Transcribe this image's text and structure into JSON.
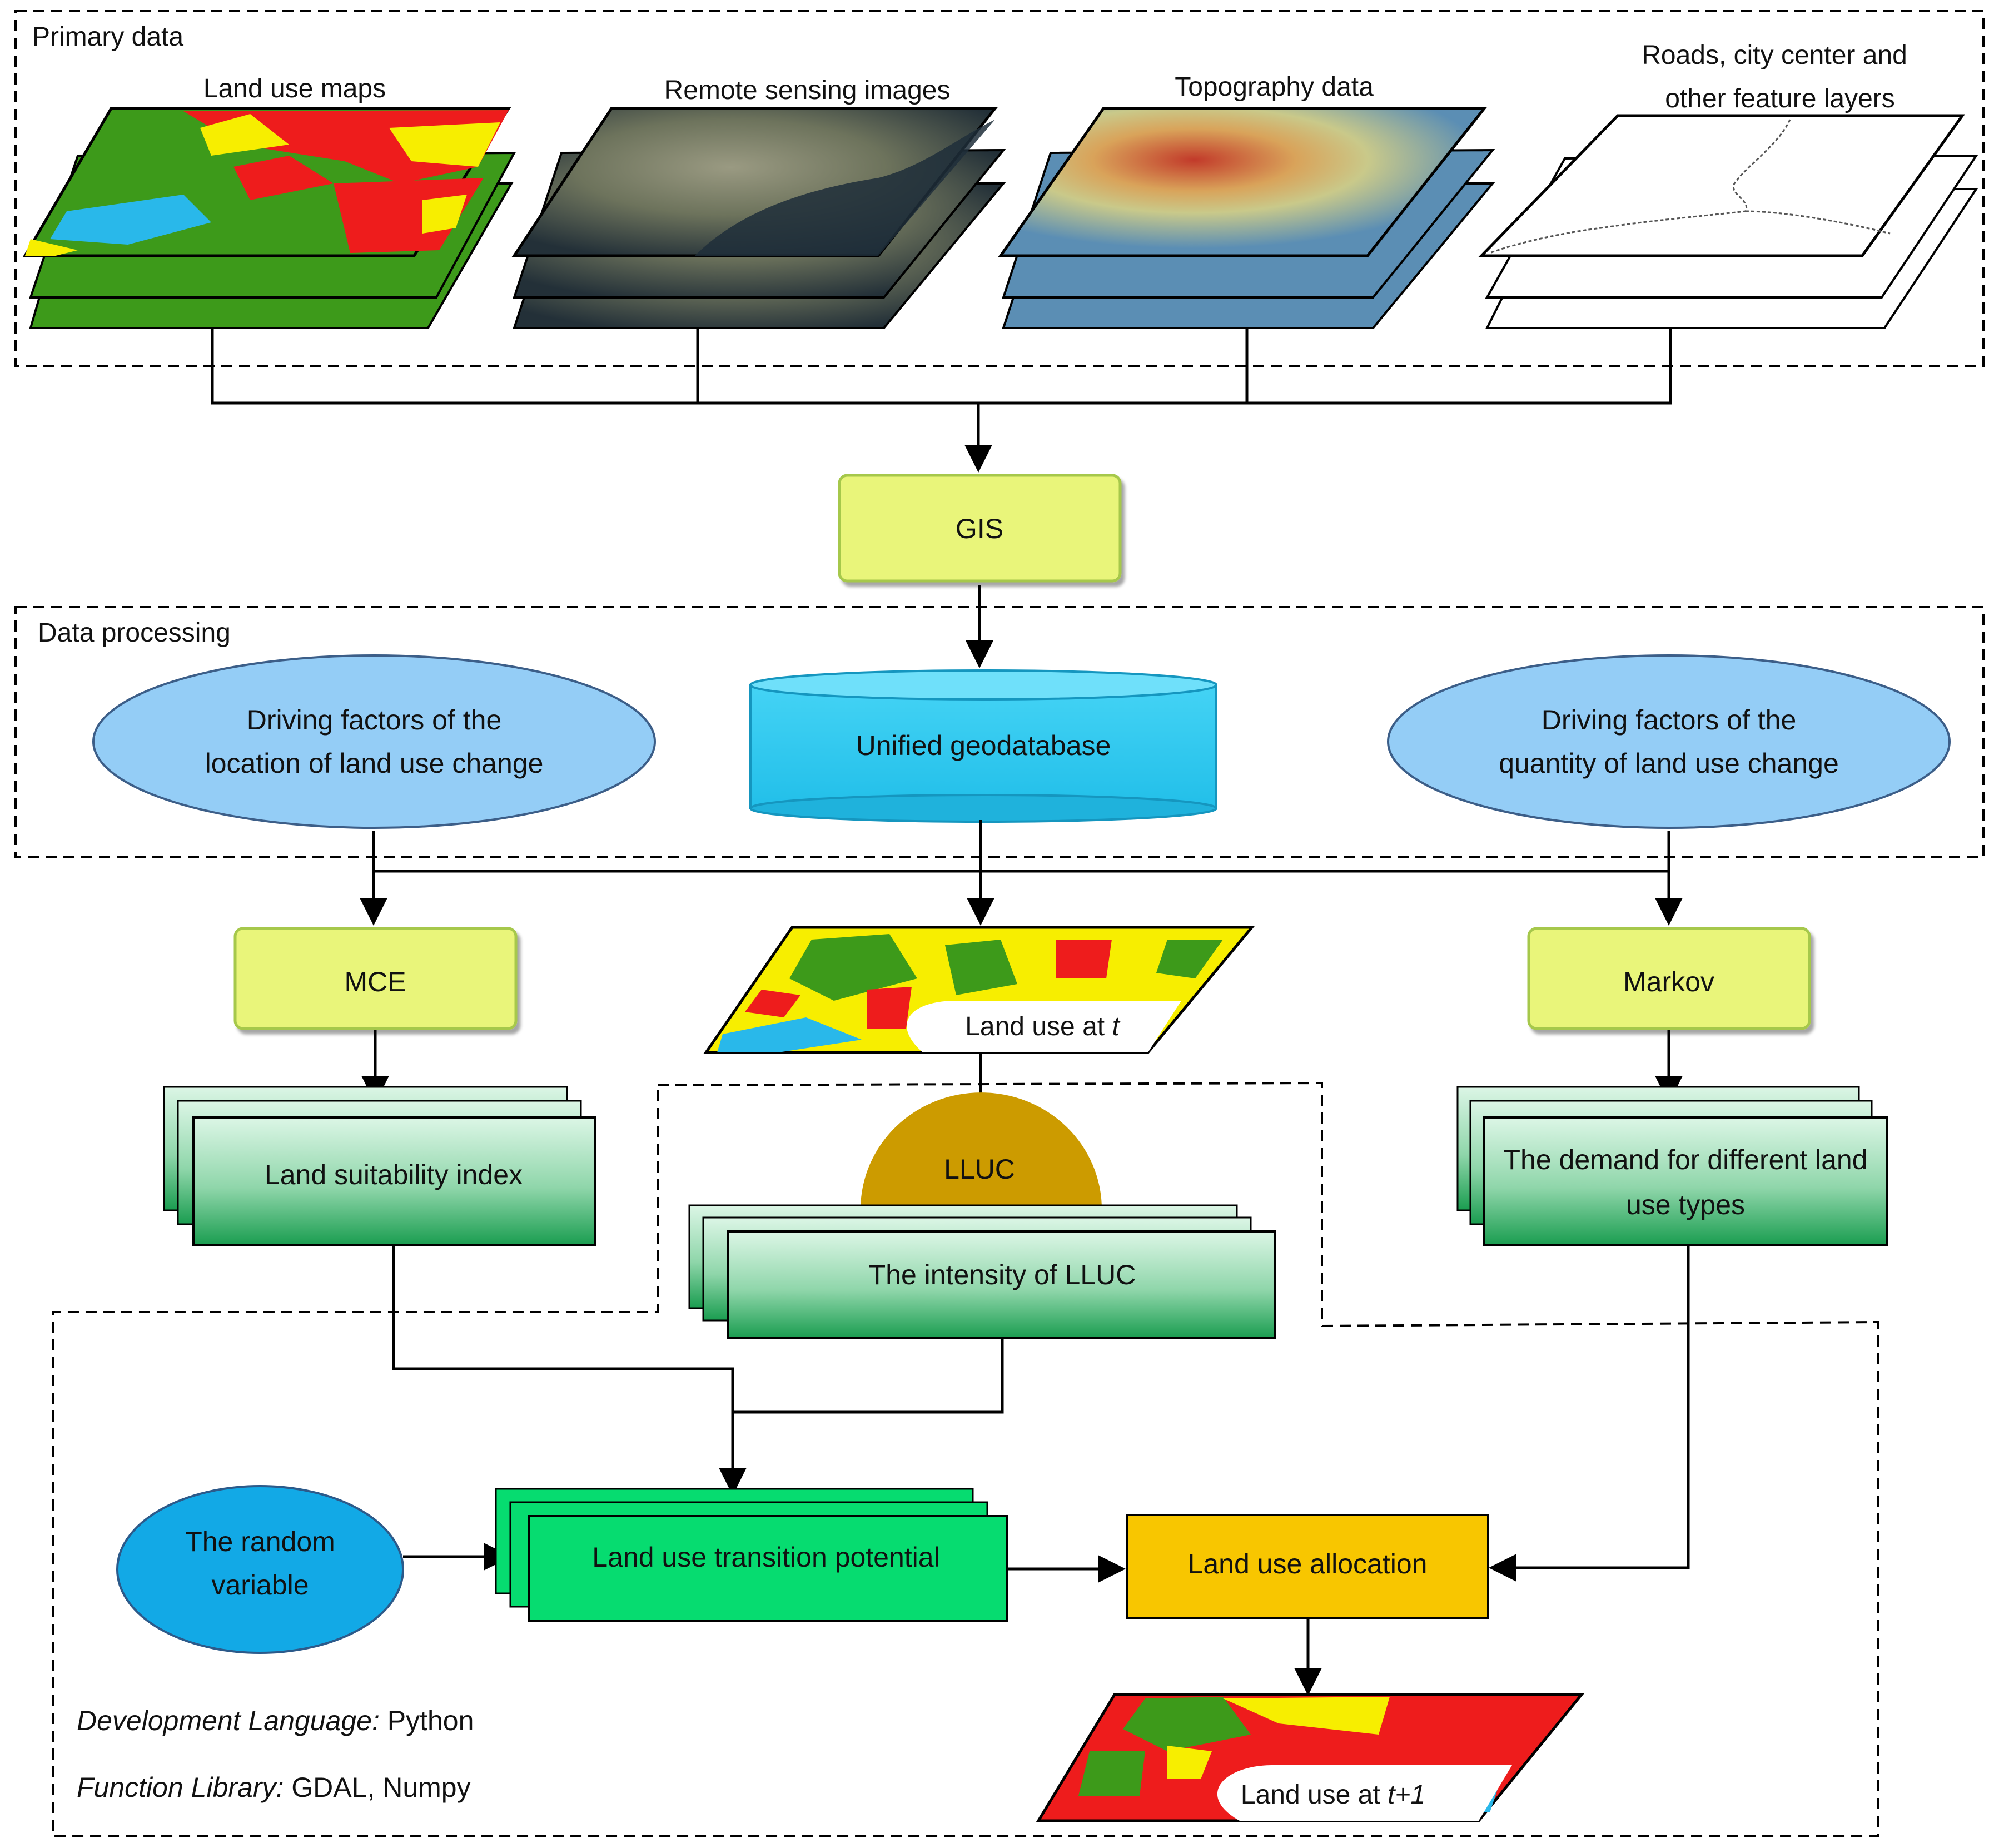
{
  "sections": {
    "primary_data": "Primary data",
    "data_processing": "Data processing"
  },
  "layers": {
    "land_use_maps": "Land use maps",
    "remote_sensing": "Remote sensing images",
    "topography": "Topography data",
    "roads_line1": "Roads, city center and",
    "roads_line2": "other feature layers"
  },
  "nodes": {
    "gis": "GIS",
    "geodatabase": "Unified geodatabase",
    "location_factors_line1": "Driving factors of the",
    "location_factors_line2": "location of land use change",
    "quantity_factors_line1": "Driving factors of the",
    "quantity_factors_line2": "quantity of land use change",
    "mce": "MCE",
    "markov": "Markov",
    "land_use_t_prefix": "Land use at ",
    "land_use_t_var": "t",
    "land_suitability": "Land suitability index",
    "lluc": "LLUC",
    "lluc_intensity": "The intensity of LLUC",
    "demand_line1": "The demand for different land",
    "demand_line2": "use types",
    "random_line1": "The random",
    "random_line2": "variable",
    "transition": "Land use transition potential",
    "allocation": "Land use allocation",
    "land_use_t1_prefix": "Land use at ",
    "land_use_t1_var": "t+1"
  },
  "footer": {
    "dev_lang_label": "Development Language:",
    "dev_lang_value": " Python",
    "func_lib_label": "Function Library:",
    "func_lib_value": " GDAL, Numpy"
  },
  "colors": {
    "gis_box": "#e9f57a",
    "geodatabase": "#2ecbf3",
    "ellipse_light": "#94cdf6",
    "ellipse_random": "#12a9e6",
    "lluc": "#cc9b00",
    "transition": "#06dc70",
    "allocation": "#f8c600",
    "stack_top": "#d9f5e4",
    "stack_bottom": "#1a9d50",
    "landuse_green": "#3d9a1a",
    "landuse_red": "#ee1c1c",
    "landuse_yellow": "#f7ee00",
    "landuse_blue": "#29b8ea"
  }
}
